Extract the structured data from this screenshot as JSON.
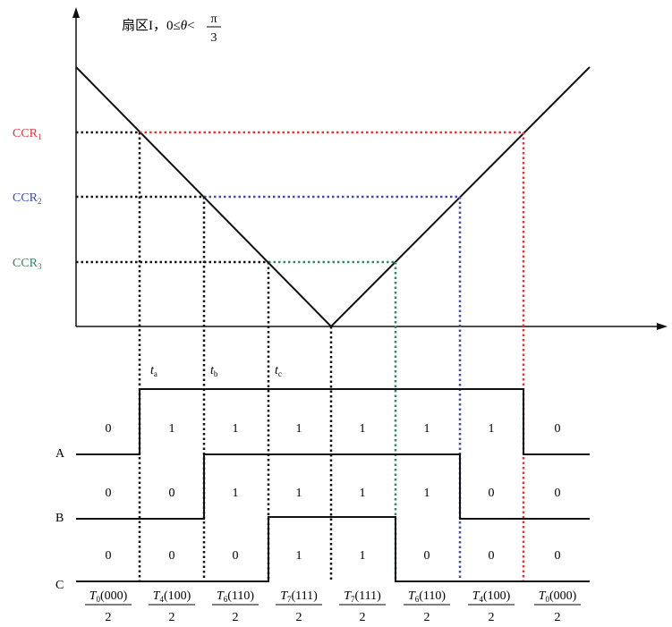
{
  "title": {
    "sector": "扇区I，",
    "condition": "0≤",
    "theta": "θ",
    "less_than": "<",
    "pi": "π",
    "three": "3"
  },
  "ccr": [
    {
      "base": "CCR",
      "sub": "1",
      "color": "#e8333a"
    },
    {
      "base": "CCR",
      "sub": "2",
      "color": "#3a4fa8"
    },
    {
      "base": "CCR",
      "sub": "3",
      "color": "#2f8a62"
    }
  ],
  "times": [
    {
      "base": "t",
      "sub": "a"
    },
    {
      "base": "t",
      "sub": "b"
    },
    {
      "base": "t",
      "sub": "c"
    }
  ],
  "phases": [
    {
      "name": "A",
      "values": [
        "0",
        "1",
        "1",
        "1",
        "1",
        "1",
        "1",
        "0"
      ]
    },
    {
      "name": "B",
      "values": [
        "0",
        "0",
        "1",
        "1",
        "1",
        "1",
        "0",
        "0"
      ]
    },
    {
      "name": "C",
      "values": [
        "0",
        "0",
        "0",
        "1",
        "1",
        "0",
        "0",
        "0"
      ]
    }
  ],
  "intervals": [
    {
      "T": "T",
      "sub": "0",
      "state": "(000)",
      "den": "2"
    },
    {
      "T": "T",
      "sub": "4",
      "state": "(100)",
      "den": "2"
    },
    {
      "T": "T",
      "sub": "6",
      "state": "(110)",
      "den": "2"
    },
    {
      "T": "T",
      "sub": "7",
      "state": "(111)",
      "den": "2"
    },
    {
      "T": "T",
      "sub": "7",
      "state": "(111)",
      "den": "2"
    },
    {
      "T": "T",
      "sub": "6",
      "state": "(110)",
      "den": "2"
    },
    {
      "T": "T",
      "sub": "4",
      "state": "(100)",
      "den": "2"
    },
    {
      "T": "T",
      "sub": "0",
      "state": "(000)",
      "den": "2"
    }
  ],
  "colors": {
    "line": "#111111",
    "ccr1": "#e8333a",
    "ccr2": "#3a4fa8",
    "ccr3": "#2f8a62"
  }
}
